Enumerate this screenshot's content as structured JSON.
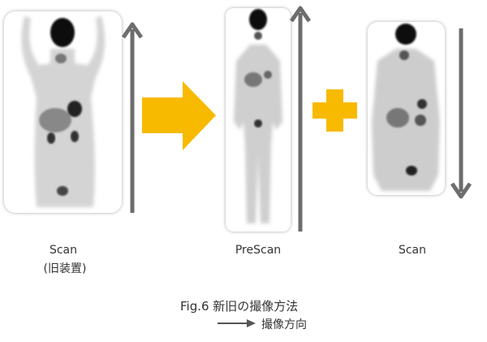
{
  "panels": [
    {
      "label": "Scan",
      "sublabel": "(旧装置)",
      "direction": "up"
    },
    {
      "label": "PreScan",
      "direction": "up"
    },
    {
      "label": "Scan",
      "direction": "down"
    }
  ],
  "caption": "Fig.6 新旧の撮像方法",
  "legend": {
    "text": "撮像方向",
    "icon": "arrow-right-icon"
  },
  "colors": {
    "orange": "#F8BA00",
    "arrow_gray": "#6d6d6d"
  }
}
